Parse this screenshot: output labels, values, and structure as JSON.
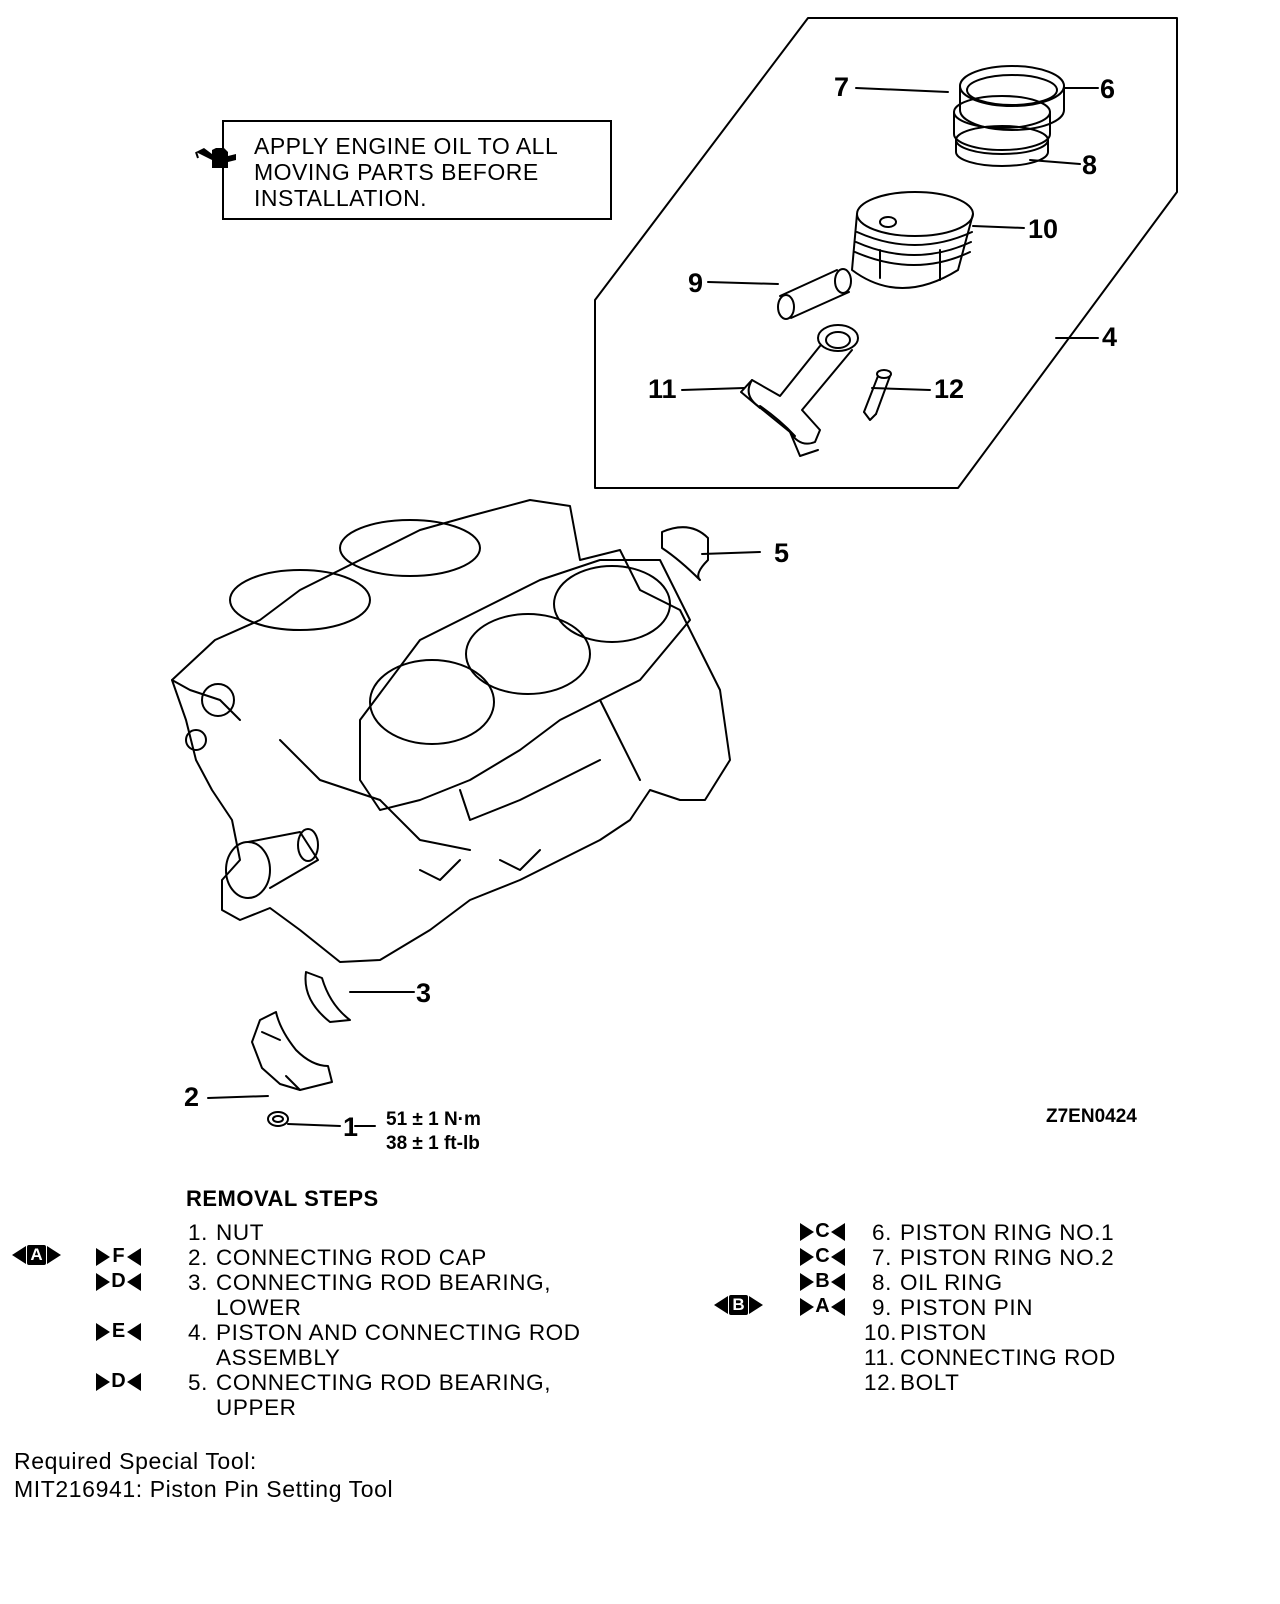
{
  "note": {
    "icon": "oil-can-icon",
    "lines": [
      "APPLY ENGINE OIL TO ALL",
      "MOVING PARTS BEFORE",
      "INSTALLATION."
    ]
  },
  "callouts": {
    "c1": "1",
    "c2": "2",
    "c3": "3",
    "c4": "4",
    "c5": "5",
    "c6": "6",
    "c7": "7",
    "c8": "8",
    "c9": "9",
    "c10": "10",
    "c11": "11",
    "c12": "12"
  },
  "torque": {
    "nm": "51 ± 1 N·m",
    "ftlb": "38 ± 1 ft-lb"
  },
  "figure_id": "Z7EN0424",
  "removal": {
    "heading": "REMOVAL STEPS",
    "left": [
      {
        "num": "1.",
        "text": "NUT",
        "text2": ""
      },
      {
        "num": "2.",
        "text": "CONNECTING ROD CAP",
        "text2": ""
      },
      {
        "num": "3.",
        "text": "CONNECTING ROD BEARING,",
        "text2": "LOWER"
      },
      {
        "num": "4.",
        "text": "PISTON AND CONNECTING ROD",
        "text2": "ASSEMBLY"
      },
      {
        "num": "5.",
        "text": "CONNECTING ROD BEARING,",
        "text2": "UPPER"
      }
    ],
    "right": [
      {
        "num": "6.",
        "text": "PISTON RING NO.1"
      },
      {
        "num": "7.",
        "text": "PISTON RING NO.2"
      },
      {
        "num": "8.",
        "text": "OIL RING"
      },
      {
        "num": "9.",
        "text": "PISTON PIN"
      },
      {
        "num": "10.",
        "text": "PISTON"
      },
      {
        "num": "11.",
        "text": "CONNECTING ROD"
      },
      {
        "num": "12.",
        "text": "BOLT"
      }
    ],
    "marks": {
      "install_f": "F",
      "install_d1": "D",
      "install_e": "E",
      "install_d2": "D",
      "install_c1": "C",
      "install_c2": "C",
      "install_b": "B",
      "install_a": "A",
      "remove_a": "A",
      "remove_b": "B"
    }
  },
  "tool": {
    "label": "Required Special Tool:",
    "item": "MIT216941: Piston Pin Setting Tool"
  }
}
